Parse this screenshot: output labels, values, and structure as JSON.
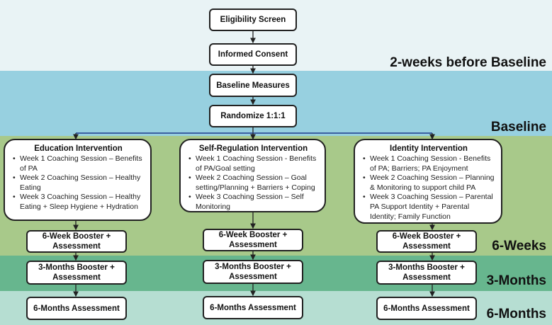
{
  "bands": [
    {
      "id": "pre",
      "label": "2-weeks before Baseline",
      "color": "#e9f3f5"
    },
    {
      "id": "baseline",
      "label": "Baseline",
      "color": "#97d0e0"
    },
    {
      "id": "six_weeks",
      "label": "6-Weeks",
      "color": "#a8c98a"
    },
    {
      "id": "three_months",
      "label": "3-Months",
      "color": "#67b68e"
    },
    {
      "id": "six_months",
      "label": "6-Months",
      "color": "#b6ded2"
    }
  ],
  "top_steps": [
    "Eligibility Screen",
    "Informed Consent",
    "Baseline Measures",
    "Randomize 1:1:1"
  ],
  "arms": [
    {
      "title": "Education Intervention",
      "bullets": [
        "Week 1 Coaching Session – Benefits of PA",
        "Week 2 Coaching Session – Healthy Eating",
        "Week 3 Coaching Session – Healthy Eating + Sleep Hygiene + Hydration"
      ],
      "booster_6w": "6-Week Booster + Assessment",
      "booster_3m": "3-Months Booster + Assessment",
      "assess_6m": "6-Months Assessment"
    },
    {
      "title": "Self-Regulation Intervention",
      "bullets": [
        "Week 1 Coaching Session - Benefits of PA/Goal setting",
        "Week 2 Coaching Session – Goal setting/Planning + Barriers + Coping",
        "Week 3 Coaching Session – Self Monitoring"
      ],
      "booster_6w": "6-Week Booster + Assessment",
      "booster_3m": "3-Months Booster + Assessment",
      "assess_6m": "6-Months Assessment"
    },
    {
      "title": "Identity Intervention",
      "bullets": [
        "Week 1 Coaching Session - Benefits of PA; Barriers; PA Enjoyment",
        "Week 2 Coaching Session – Planning & Monitoring to support child PA",
        "Week 3 Coaching Session – Parental PA Support Identity + Parental Identity; Family Function"
      ],
      "booster_6w": "6-Week Booster + Assessment",
      "booster_3m": "3-Months Booster + Assessment",
      "assess_6m": "6-Months Assessment"
    }
  ],
  "colors": {
    "border": "#222222",
    "split_line": "#1f3a8a",
    "arrow": "#222222"
  }
}
